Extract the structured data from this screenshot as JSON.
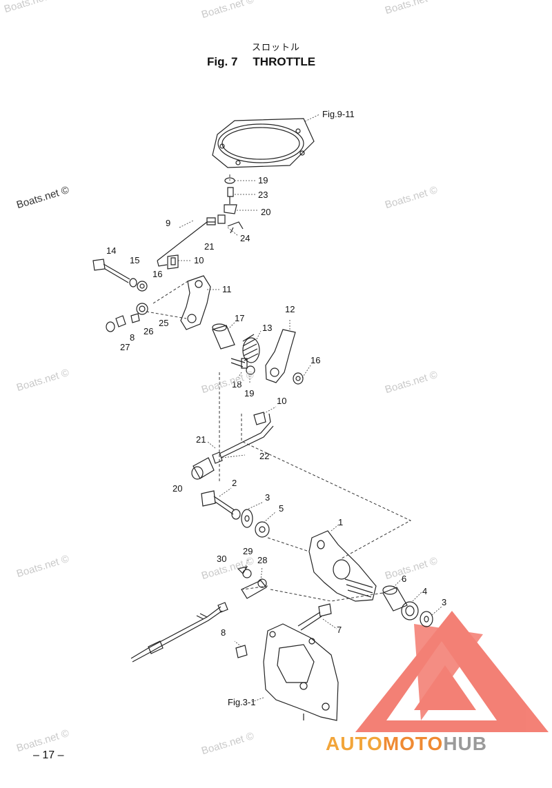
{
  "header": {
    "japanese_title": "スロットル",
    "fig_number": "Fig. 7",
    "fig_name": "THROTTLE"
  },
  "references": {
    "fig_9_11": "Fig.9-11",
    "fig_3_1": "Fig.3-1"
  },
  "labels": [
    {
      "id": "19a",
      "text": "19"
    },
    {
      "id": "23",
      "text": "23"
    },
    {
      "id": "20a",
      "text": "20"
    },
    {
      "id": "9",
      "text": "9"
    },
    {
      "id": "24",
      "text": "24"
    },
    {
      "id": "21a",
      "text": "21"
    },
    {
      "id": "14",
      "text": "14"
    },
    {
      "id": "15",
      "text": "15"
    },
    {
      "id": "10a",
      "text": "10"
    },
    {
      "id": "16a",
      "text": "16"
    },
    {
      "id": "11",
      "text": "11"
    },
    {
      "id": "12",
      "text": "12"
    },
    {
      "id": "17",
      "text": "17"
    },
    {
      "id": "13",
      "text": "13"
    },
    {
      "id": "25",
      "text": "25"
    },
    {
      "id": "26",
      "text": "26"
    },
    {
      "id": "8a",
      "text": "8"
    },
    {
      "id": "27",
      "text": "27"
    },
    {
      "id": "16b",
      "text": "16"
    },
    {
      "id": "18",
      "text": "18"
    },
    {
      "id": "19b",
      "text": "19"
    },
    {
      "id": "10b",
      "text": "10"
    },
    {
      "id": "21b",
      "text": "21"
    },
    {
      "id": "22",
      "text": "22"
    },
    {
      "id": "20b",
      "text": "20"
    },
    {
      "id": "2",
      "text": "2"
    },
    {
      "id": "3a",
      "text": "3"
    },
    {
      "id": "5",
      "text": "5"
    },
    {
      "id": "1",
      "text": "1"
    },
    {
      "id": "30",
      "text": "30"
    },
    {
      "id": "29",
      "text": "29"
    },
    {
      "id": "28",
      "text": "28"
    },
    {
      "id": "6",
      "text": "6"
    },
    {
      "id": "4",
      "text": "4"
    },
    {
      "id": "3b",
      "text": "3"
    },
    {
      "id": "7",
      "text": "7"
    },
    {
      "id": "8b",
      "text": "8"
    }
  ],
  "watermark": {
    "text": "Boats.net ©"
  },
  "footer": {
    "page_number": "– 17 –"
  },
  "brand": {
    "part1": "AUTO",
    "part2": "MOTO",
    "part3": "HUB",
    "triangle_color": "#f26b5e"
  }
}
